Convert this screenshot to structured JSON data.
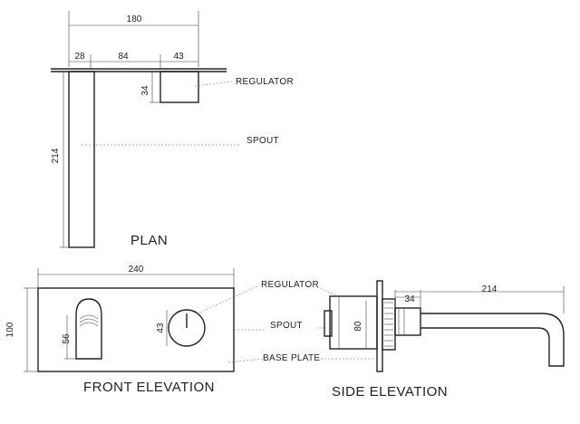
{
  "views": {
    "plan": "PLAN",
    "front": "FRONT ELEVATION",
    "side": "SIDE ELEVATION"
  },
  "labels": {
    "regulator_plan": "REGULATOR",
    "spout_plan": "SPOUT",
    "regulator_front": "REGULATOR",
    "spout_front": "SPOUT",
    "base_plate": "BASE PLATE"
  },
  "dimensions": {
    "plan_total": "180",
    "plan_a": "28",
    "plan_b": "84",
    "plan_c": "43",
    "plan_reg_depth": "34",
    "plan_spout_len": "214",
    "front_width": "240",
    "front_height": "100",
    "front_spout_h": "56",
    "front_reg_h": "43",
    "side_reg_depth": "34",
    "side_spout_len": "214",
    "side_height": "80"
  }
}
